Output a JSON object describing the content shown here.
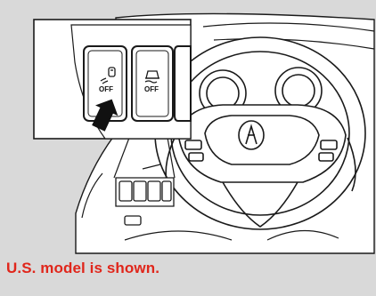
{
  "callout": {
    "button_left_label": "OFF",
    "button_right_label": "OFF"
  },
  "caption": "U.S. model is shown.",
  "colors": {
    "background": "#d9d9d9",
    "caption": "#e0261b",
    "line": "#1a1a1a"
  },
  "icons": {
    "button_left": "lane-keeping-assist-off-icon",
    "button_right": "vehicle-stability-assist-off-icon",
    "pointer": "arrow-up-icon",
    "emblem": "acura-logo-icon"
  }
}
